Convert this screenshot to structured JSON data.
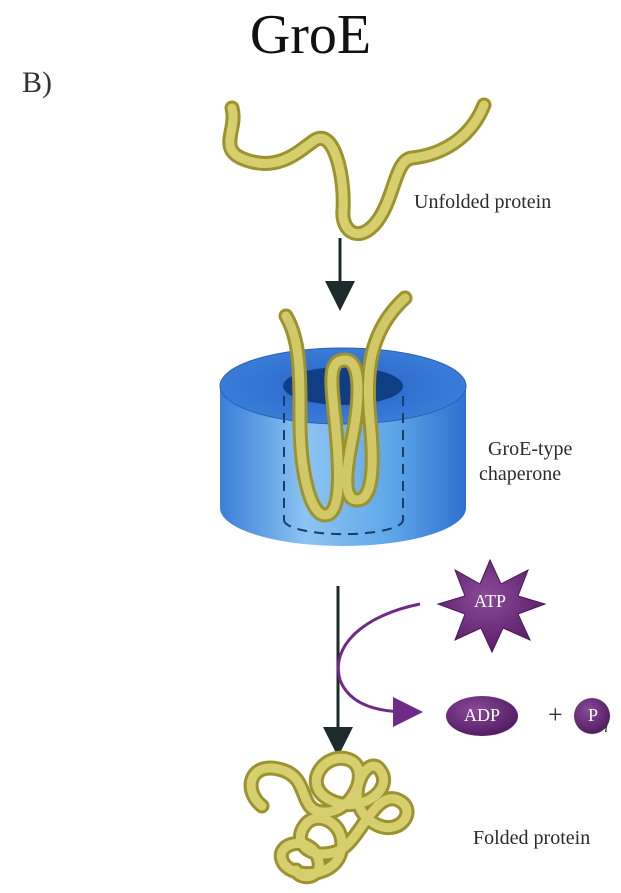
{
  "title": "GroE",
  "panel_letter": "B)",
  "labels": {
    "unfolded": "Unfolded protein",
    "chaperone_line1": "GroE-type",
    "chaperone_line2": "chaperone",
    "folded": "Folded protein"
  },
  "molecules": {
    "atp": "ATP",
    "adp": "ADP",
    "plus": "+",
    "p": "P",
    "p_subscript": "i"
  },
  "colors": {
    "protein": "#c9be5a",
    "protein_light": "#e5dc8e",
    "chaperone_side": "#5aa2e6",
    "chaperone_top": "#2f6fd1",
    "chaperone_hole": "#0e3a7a",
    "atp_fill": "#6a2a78",
    "arrow": "#1d2b2d",
    "curved_arrow": "#6e2a86"
  }
}
